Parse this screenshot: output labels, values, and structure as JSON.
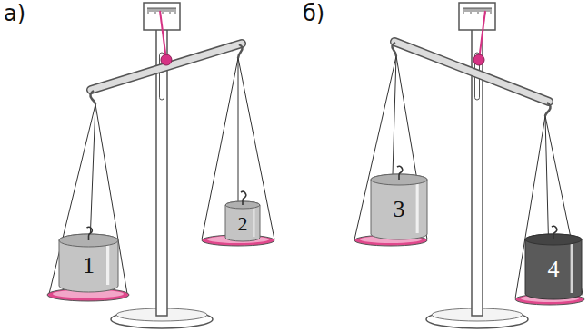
{
  "diagram": {
    "nodes": [
      {
        "text": [
          "1"
        ]
      },
      {
        "text": [
          "2"
        ]
      },
      {
        "text": [
          "3"
        ]
      },
      {
        "text": [
          "4"
        ]
      }
    ],
    "labels": [
      "а)",
      "б)"
    ]
  }
}
